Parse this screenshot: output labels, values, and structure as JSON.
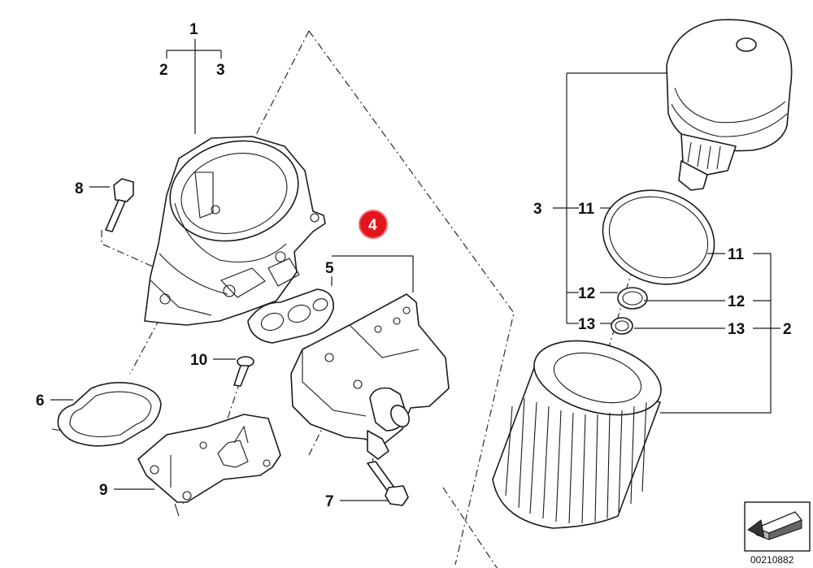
{
  "callouts": {
    "c1": "1",
    "c2": "2",
    "c3": "3",
    "c4": "4",
    "c5": "5",
    "c6": "6",
    "c7": "7",
    "c8": "8",
    "c9": "9",
    "c10": "10",
    "r3": "3",
    "r11a": "11",
    "r11b": "11",
    "r12a": "12",
    "r12b": "12",
    "r13a": "13",
    "r13b": "13",
    "r2": "2"
  },
  "selected_callout": "4",
  "colors": {
    "selected": "#e2141c",
    "line": "#1a1a1a"
  },
  "icons": {
    "navigation": "arrow-back-icon"
  },
  "reference_number": "00210882"
}
